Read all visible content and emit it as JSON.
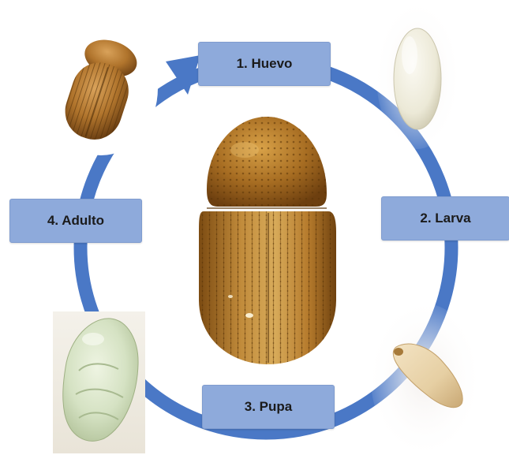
{
  "diagram": {
    "stages": [
      {
        "label": "1. Huevo"
      },
      {
        "label": "2. Larva"
      },
      {
        "label": "3. Pupa"
      },
      {
        "label": "4. Adulto"
      }
    ],
    "colors": {
      "cycle_ring": "#4a78c6",
      "stage_box_fill": "#8eaadb",
      "stage_text": "#1b1b1b"
    },
    "images": [
      {
        "name": "egg-photo"
      },
      {
        "name": "larva-photo"
      },
      {
        "name": "pupa-photo"
      },
      {
        "name": "young-adult-photo"
      },
      {
        "name": "adult-beetle-photo"
      }
    ]
  }
}
